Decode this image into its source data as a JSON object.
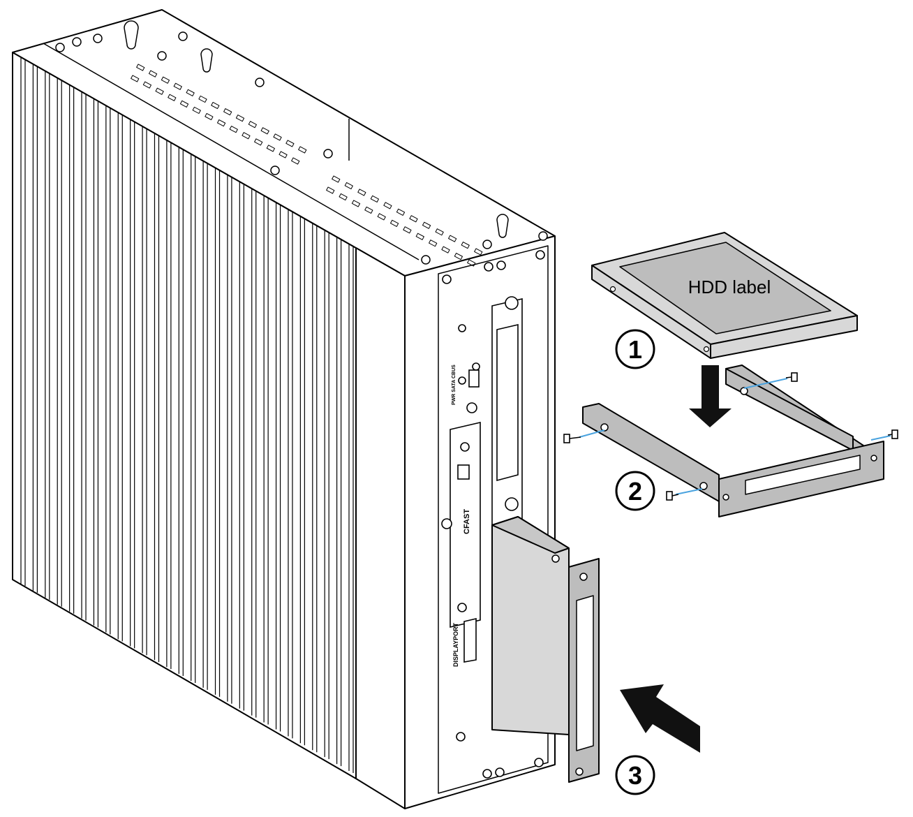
{
  "labels": {
    "hdd_label": "HDD label",
    "port_displayport": "DISPLAYPORT",
    "port_cfast": "CFAST",
    "led_labels": "PWR SATA CBUS"
  },
  "steps": [
    {
      "number": "1"
    },
    {
      "number": "2"
    },
    {
      "number": "3"
    }
  ],
  "colors": {
    "outline": "#000000",
    "hdd_fill": "#d8d8d8",
    "bracket_fill": "#bdbdbd",
    "screw_line": "#4aa3df",
    "arrow_fill": "#111111"
  }
}
